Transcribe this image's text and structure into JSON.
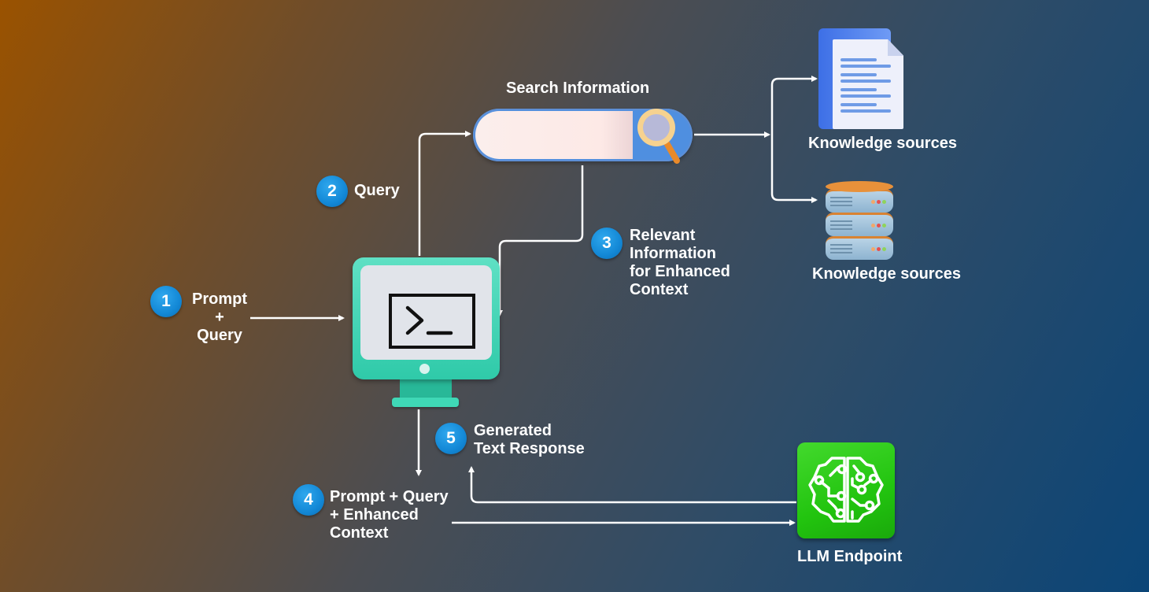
{
  "diagram": {
    "title": "Retrieval-Augmented Generation flow",
    "nodes": {
      "search": {
        "label": "Search Information",
        "icon": "magnifier-icon"
      },
      "knowledge_docs": {
        "label": "Knowledge sources",
        "icon": "document-icon"
      },
      "knowledge_db": {
        "label": "Knowledge sources",
        "icon": "database-server-icon"
      },
      "client": {
        "icon": "terminal-monitor-icon"
      },
      "llm": {
        "label": "LLM Endpoint",
        "icon": "ai-brain-circuit-icon"
      }
    },
    "steps": [
      {
        "number": "1",
        "lines": [
          "Prompt",
          "+",
          "Query"
        ]
      },
      {
        "number": "2",
        "lines": [
          "Query"
        ]
      },
      {
        "number": "3",
        "lines": [
          "Relevant",
          "Information",
          "for Enhanced",
          "Context"
        ]
      },
      {
        "number": "4",
        "lines": [
          "Prompt + Query",
          "+ Enhanced",
          "Context"
        ]
      },
      {
        "number": "5",
        "lines": [
          "Generated",
          "Text Response"
        ]
      }
    ],
    "edges": [
      {
        "from": "prompt-input",
        "to": "client",
        "step": "1"
      },
      {
        "from": "client",
        "to": "search",
        "step": "2"
      },
      {
        "from": "search",
        "to": "knowledge_docs"
      },
      {
        "from": "search",
        "to": "knowledge_db"
      },
      {
        "from": "search",
        "to": "client",
        "step": "3"
      },
      {
        "from": "client",
        "to": "llm",
        "step": "4"
      },
      {
        "from": "llm",
        "to": "client",
        "step": "5"
      }
    ]
  },
  "colors": {
    "badge": "#1388d6",
    "monitor": "#2fcaa9",
    "llm": "#22c40f",
    "search_accent": "#4f8fe0",
    "wire": "#ffffff"
  }
}
